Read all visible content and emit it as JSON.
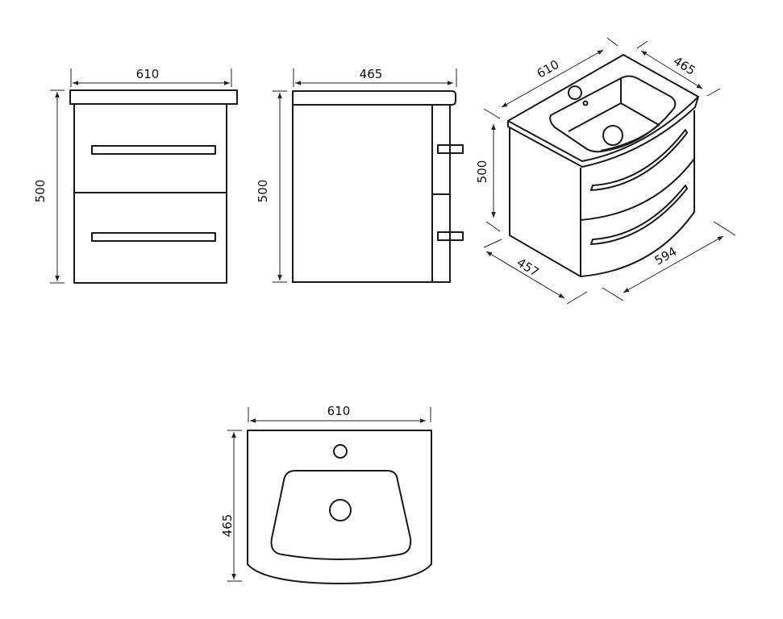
{
  "front_view": {
    "width_label": "610",
    "height_label": "500"
  },
  "side_view": {
    "depth_label": "465",
    "height_label": "500"
  },
  "iso_view": {
    "width_label": "610",
    "depth_label": "465",
    "height_label": "500",
    "cabinet_depth_label": "457",
    "cabinet_width_label": "594"
  },
  "top_view": {
    "width_label": "610",
    "depth_label": "465"
  },
  "colors": {
    "line": "#1a1a1a",
    "background": "#ffffff"
  }
}
